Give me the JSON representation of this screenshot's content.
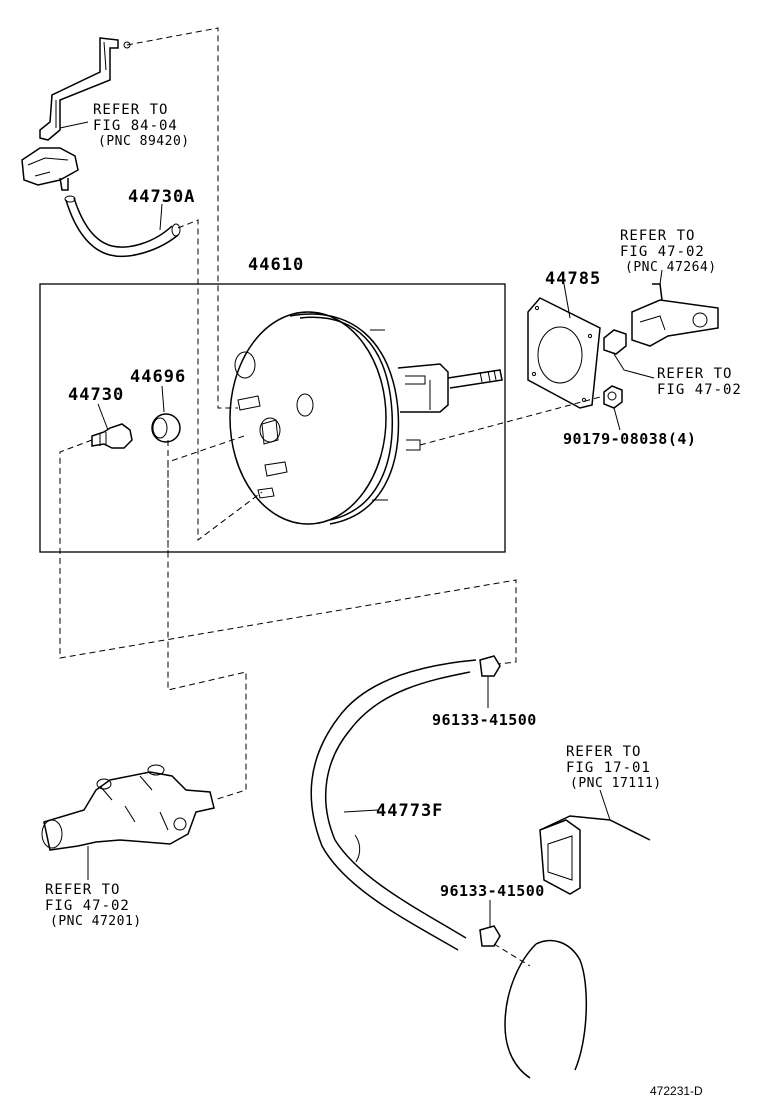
{
  "parts": {
    "p44730A": "44730A",
    "p44610": "44610",
    "p44785": "44785",
    "p44730": "44730",
    "p44696": "44696",
    "p90179": "90179-08038(4)",
    "p96133_top": "96133-41500",
    "p44773F": "44773F",
    "p96133_bot": "96133-41500"
  },
  "refs": {
    "r8404": {
      "l1": "REFER TO",
      "l2": "FIG 84-04",
      "l3": "(PNC 89420)"
    },
    "r4702a": {
      "l1": "REFER TO",
      "l2": "FIG 47-02",
      "l3": "(PNC 47264)"
    },
    "r4702b": {
      "l1": "REFER TO",
      "l2": "FIG 47-02"
    },
    "r1701": {
      "l1": "REFER TO",
      "l2": "FIG 17-01",
      "l3": "(PNC 17111)"
    },
    "r4702c": {
      "l1": "REFER TO",
      "l2": "FIG 47-02",
      "l3": "(PNC 47201)"
    }
  },
  "code": "472231-D"
}
